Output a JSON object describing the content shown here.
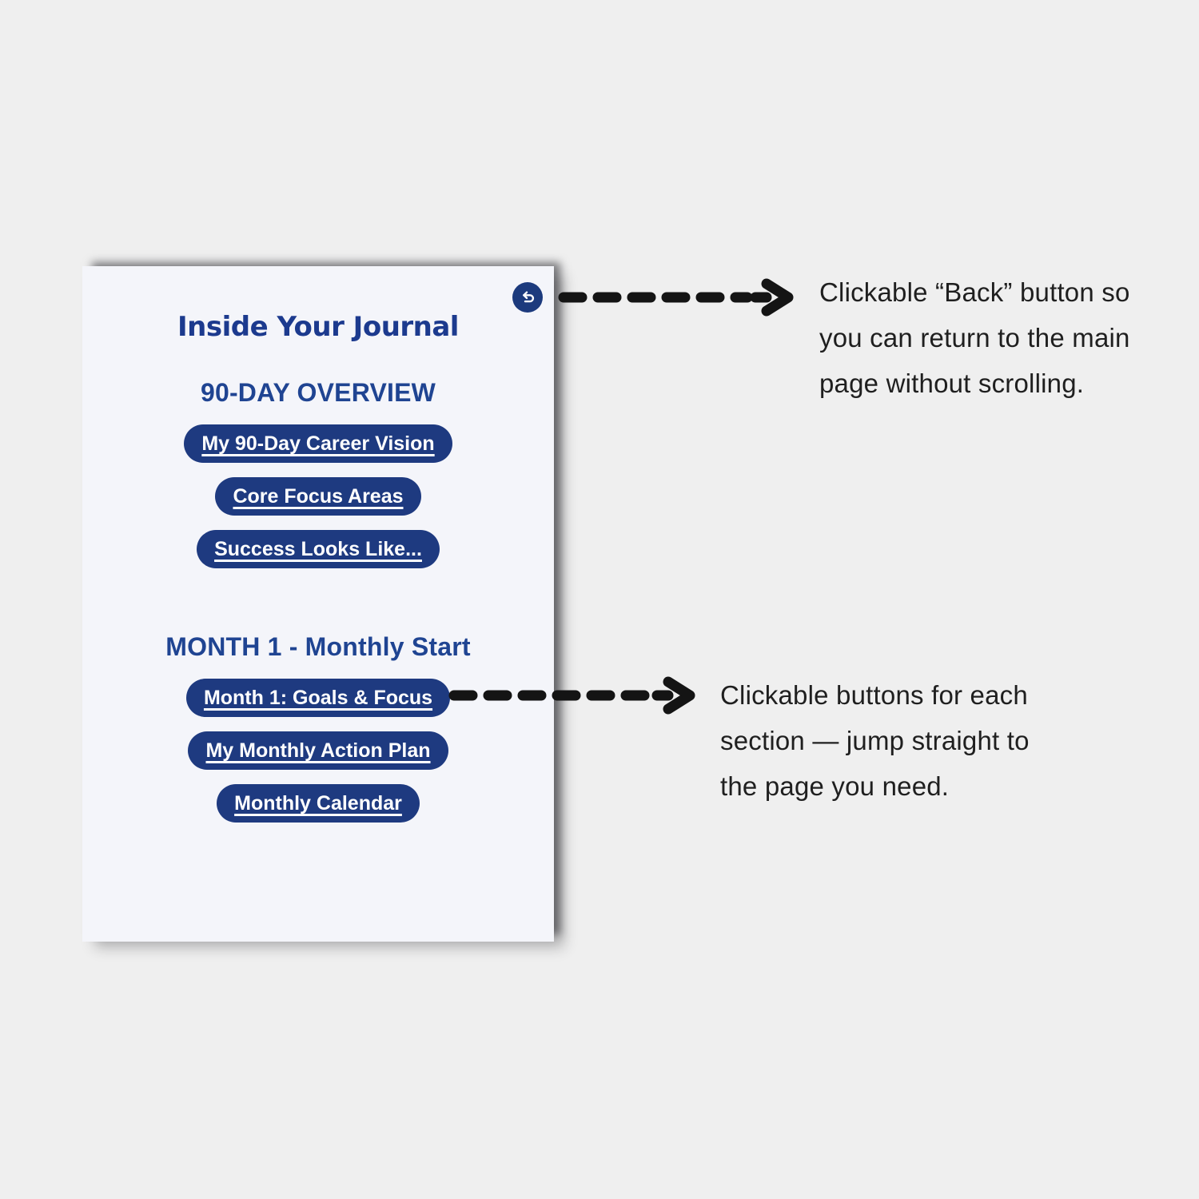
{
  "colors": {
    "page_bg": "#efefef",
    "card_bg": "#f4f5fa",
    "pill_bg": "#1e3a80",
    "circle_bg": "#1c3a7d",
    "title_blue": "#1c3a8e",
    "heading_blue": "#1f4492",
    "button_text": "#ffffff",
    "annotation_text": "#1f1f1f",
    "arrow_black": "#141414"
  },
  "card": {
    "title": "Inside Your Journal",
    "back_button_icon": "return-arrow",
    "sections": [
      {
        "heading": "90-DAY OVERVIEW",
        "buttons": [
          "My 90-Day Career Vision",
          "Core Focus Areas",
          "Success Looks Like..."
        ]
      },
      {
        "heading": "MONTH 1 - Monthly Start",
        "buttons": [
          "Month 1: Goals & Focus",
          "My Monthly Action Plan",
          "Monthly Calendar"
        ]
      }
    ]
  },
  "annotations": [
    {
      "target": "back-button",
      "arrow_icon": "dashed-arrow-right",
      "lines": [
        "Clickable “Back” button so",
        "you can return to the main",
        "page without scrolling."
      ]
    },
    {
      "target": "section-buttons",
      "arrow_icon": "dashed-arrow-right",
      "lines": [
        "Clickable buttons for each",
        "section — jump straight to",
        "the page you need."
      ]
    }
  ]
}
